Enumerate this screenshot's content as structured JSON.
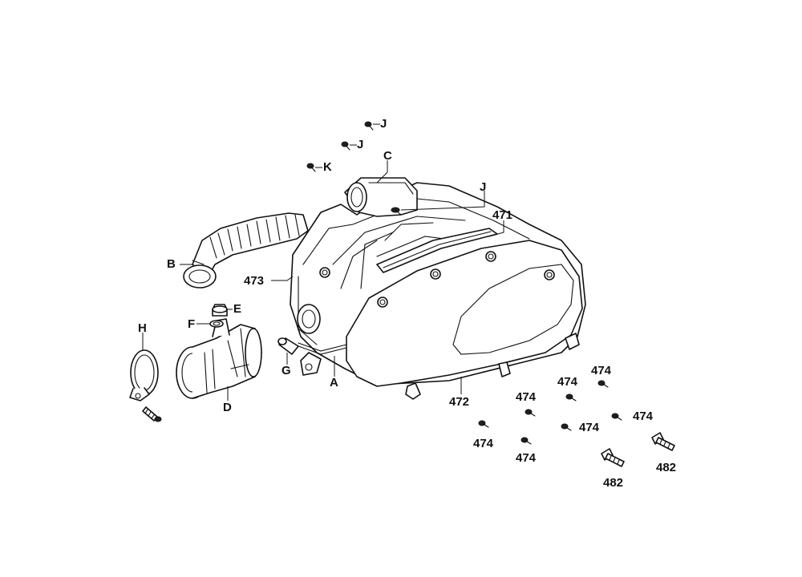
{
  "callouts": {
    "J1": "J",
    "J2": "J",
    "J3": "J",
    "K": "K",
    "C": "C",
    "p471": "471",
    "B": "B",
    "p473": "473",
    "E": "E",
    "F": "F",
    "H": "H",
    "G": "G",
    "A": "A",
    "D": "D",
    "p472": "472",
    "p474a": "474",
    "p474b": "474",
    "p474c": "474",
    "p474d": "474",
    "p474e": "474",
    "p474f": "474",
    "p474g": "474",
    "p482a": "482",
    "p482b": "482"
  }
}
